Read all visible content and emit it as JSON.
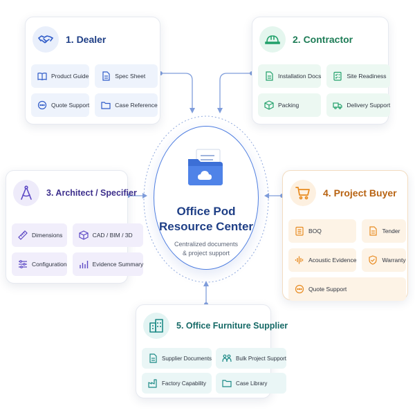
{
  "center": {
    "title_line1": "Office Pod",
    "title_line2": "Resource Center",
    "subtitle_line1": "Centralized documents",
    "subtitle_line2": "& project support"
  },
  "cards": {
    "dealer": {
      "title": "1. Dealer",
      "icon": "handshake-icon",
      "items": [
        "Product Guide",
        "Spec Sheet",
        "Quote Support",
        "Case Reference"
      ]
    },
    "contractor": {
      "title": "2. Contractor",
      "icon": "hard-hat-icon",
      "items": [
        "Installation Docs",
        "Site Readiness",
        "Packing",
        "Delivery Support"
      ]
    },
    "architect": {
      "title": "3. Architect / Specifier",
      "icon": "compass-icon",
      "items": [
        "Dimensions",
        "CAD / BIM / 3D",
        "Configuration",
        "Evidence Summary"
      ]
    },
    "buyer": {
      "title": "4. Project Buyer",
      "icon": "cart-icon",
      "items": [
        "BOQ",
        "Tender",
        "Acoustic Evidence",
        "Warranty",
        "Quote Support"
      ]
    },
    "supplier": {
      "title": "5. Office Furniture Supplier",
      "icon": "building-icon",
      "items": [
        "Supplier Documents",
        "Bulk Project Support",
        "Factory Capability",
        "Case Library"
      ]
    }
  },
  "colors": {
    "blue": "#2f5bc8",
    "green": "#21a06a",
    "purple": "#5b47c4",
    "orange": "#e88a1f",
    "teal": "#1c8a86",
    "connector": "#7f9ddb"
  }
}
